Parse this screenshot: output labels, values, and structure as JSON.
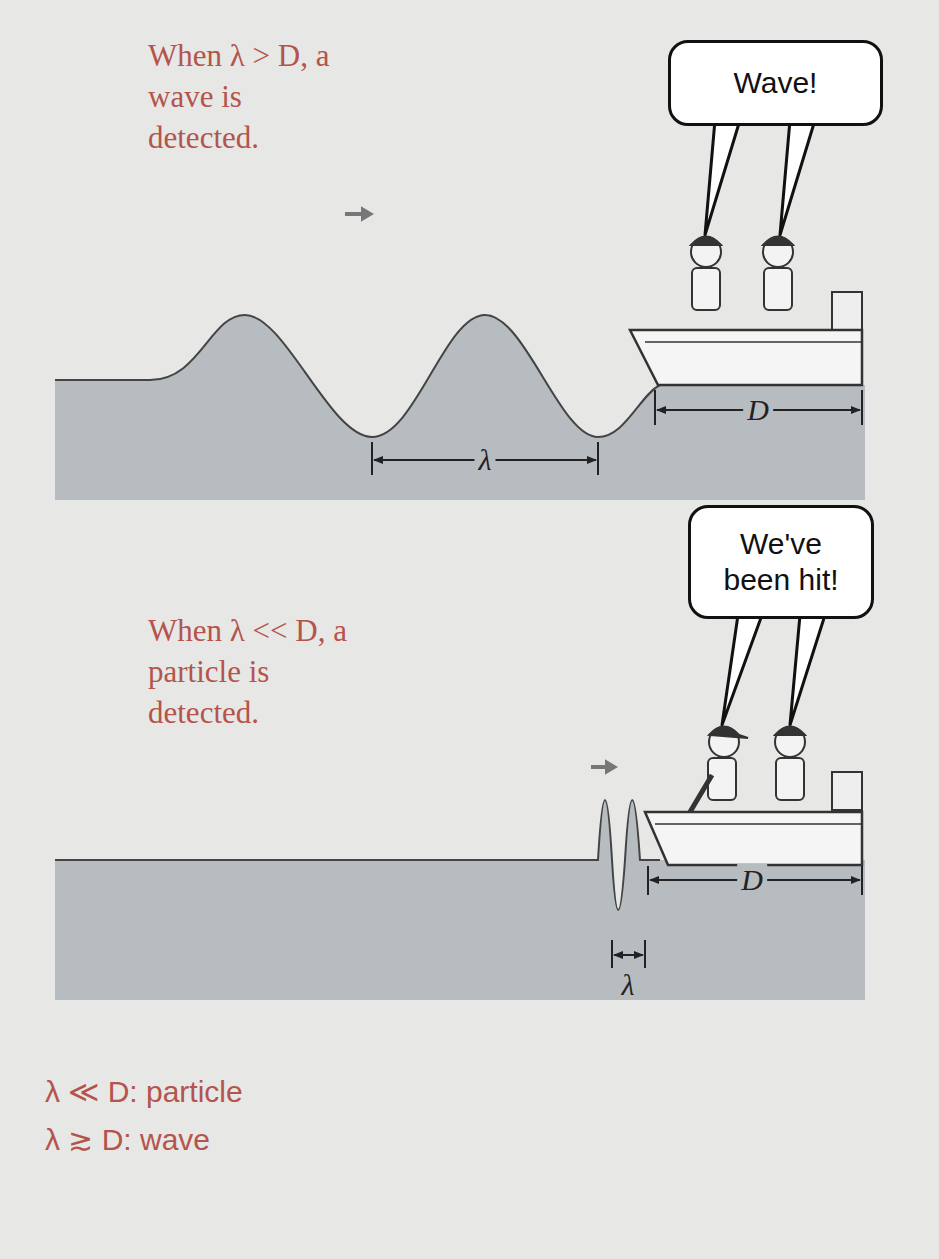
{
  "diagram": {
    "nodes": [
      {
        "text": [
          "Wave!"
        ]
      },
      {
        "text": [
          "We've been hit!"
        ]
      }
    ],
    "labels": [
      "When λ > D, a wave is detected.",
      "D",
      "λ",
      "When λ << D, a particle is detected.",
      "D",
      "λ",
      "λ ≪ D: particle",
      "λ ≳ D: wave"
    ]
  }
}
